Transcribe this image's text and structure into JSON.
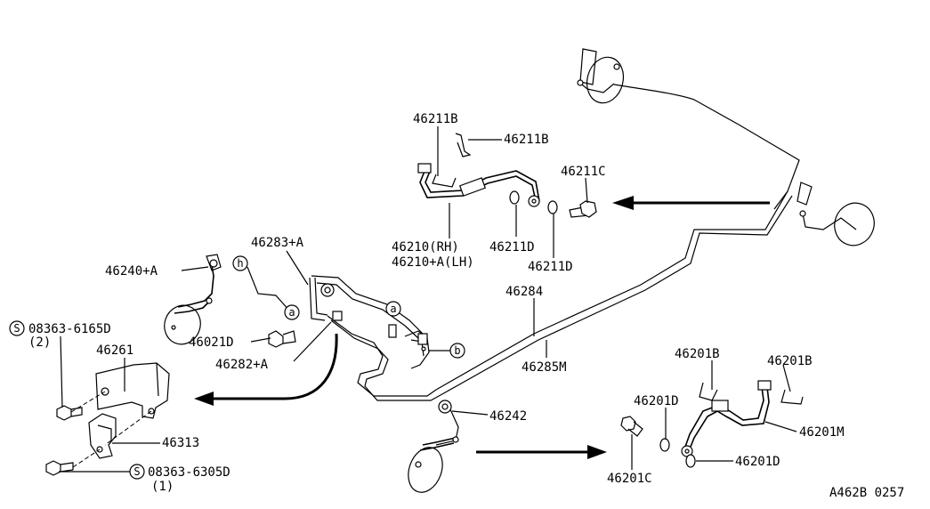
{
  "labels": {
    "p46211B_top": "46211B",
    "p46211B_right": "46211B",
    "p46211C": "46211C",
    "p46210_rh": "46210(RH)",
    "p46210_lh": "46210+A(LH)",
    "p46211D_a": "46211D",
    "p46211D_b": "46211D",
    "p46283A": "46283+A",
    "p46240A": "46240+A",
    "p46284": "46284",
    "p46285M": "46285M",
    "p46021D": "46021D",
    "p46282A": "46282+A",
    "bolt1_code": "08363-6165D",
    "bolt1_qty": "(2)",
    "p46261": "46261",
    "p46313": "46313",
    "bolt2_code": "08363-6305D",
    "bolt2_qty": "(1)",
    "p46242": "46242",
    "p46201B_a": "46201B",
    "p46201B_b": "46201B",
    "p46201D_a": "46201D",
    "p46201D_b": "46201D",
    "p46201M": "46201M",
    "p46201C": "46201C",
    "ref_code": "A462B 0257"
  },
  "markers": {
    "h": "h",
    "a1": "a",
    "a2": "a",
    "b": "b",
    "s1": "S",
    "s2": "S"
  }
}
